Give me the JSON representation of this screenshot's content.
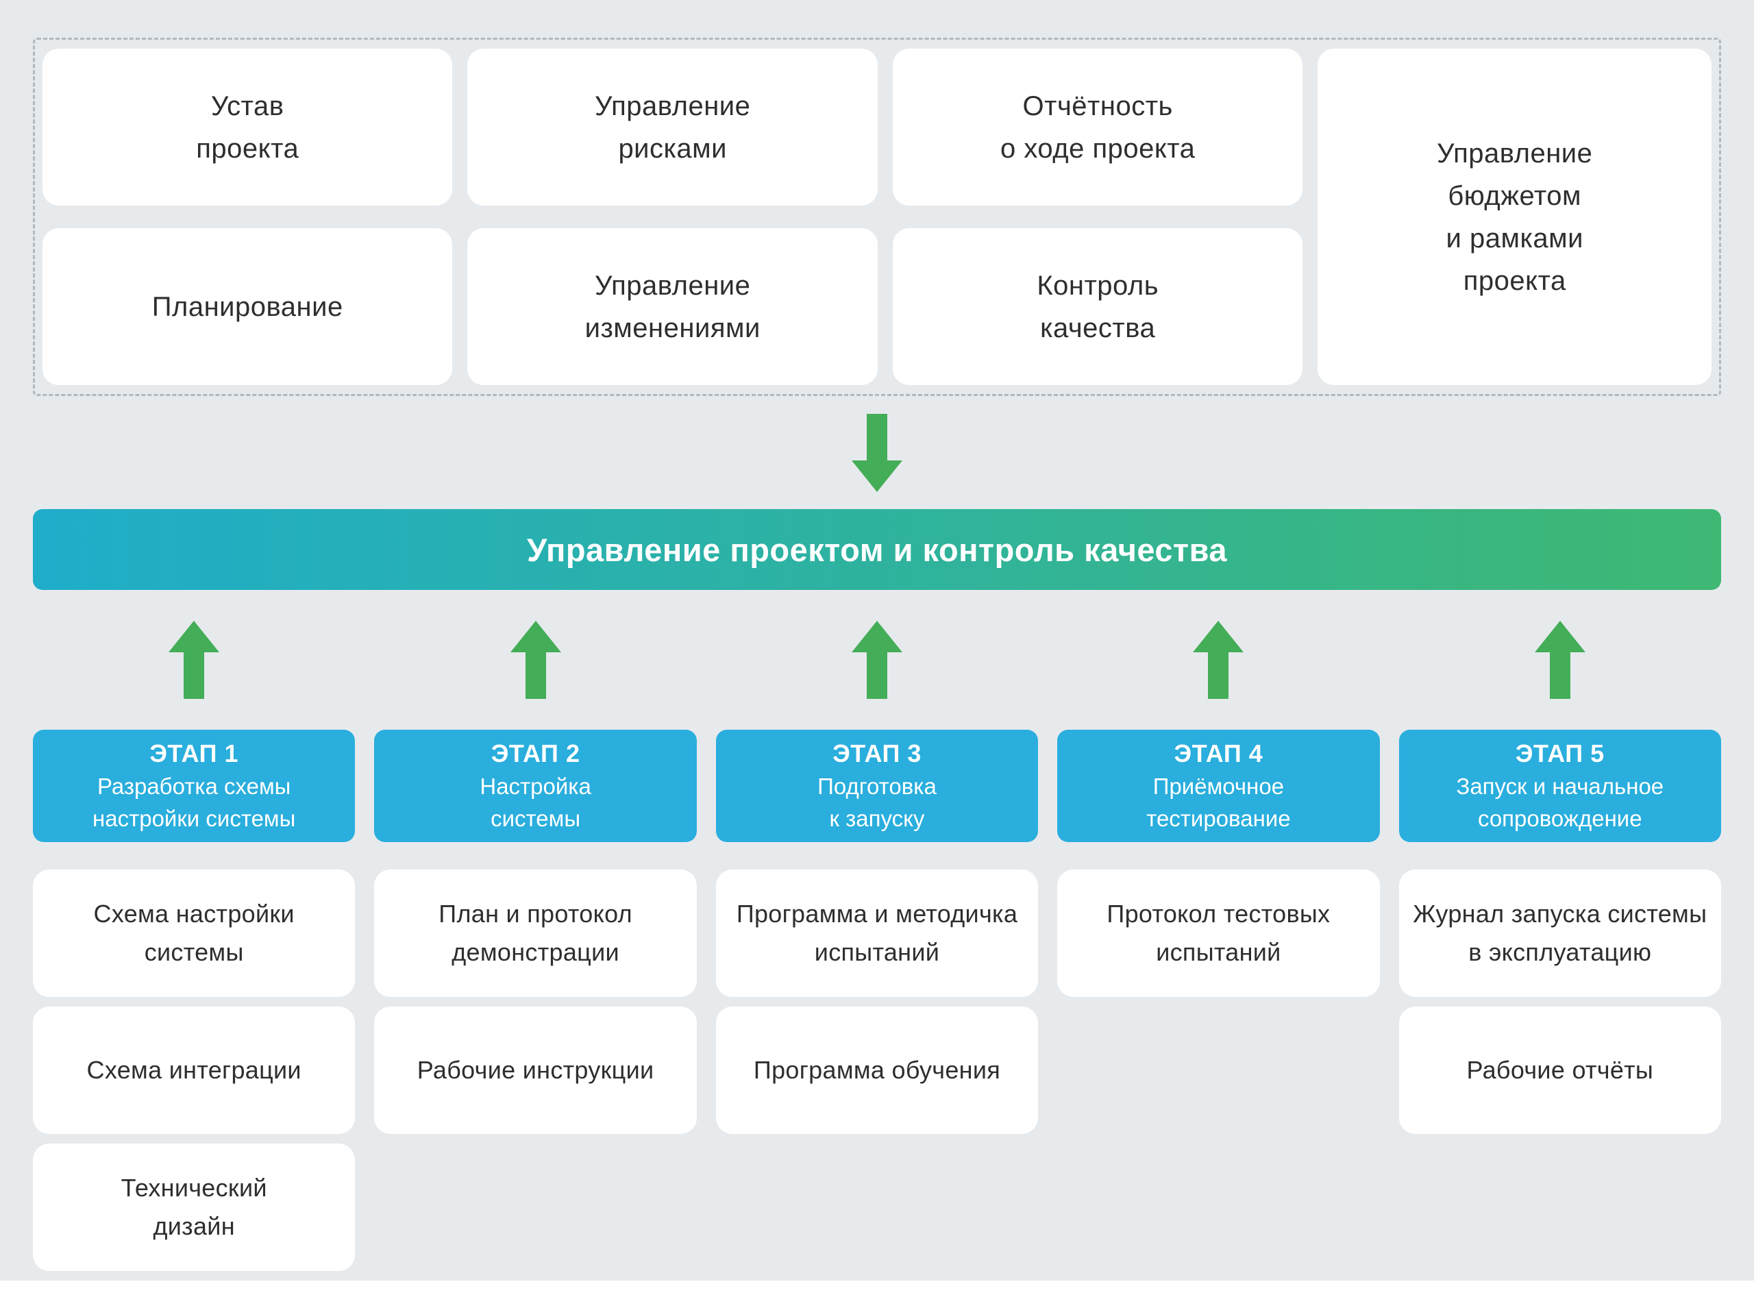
{
  "colors": {
    "background": "#e7eaed",
    "card_bg": "#ffffff",
    "text_dark": "#2e2e2e",
    "arrow_green": "#44ad57",
    "banner_start": "#1fadca",
    "banner_end": "#3eb873",
    "stage_blue": "#29aedd",
    "dashed_border": "#b2b8bf"
  },
  "top_section": {
    "cards": [
      {
        "label": "Устав\nпроекта"
      },
      {
        "label": "Управление\nрисками"
      },
      {
        "label": "Отчётность\nо ходе проекта"
      },
      {
        "label": "Планирование"
      },
      {
        "label": "Управление\nизменениями"
      },
      {
        "label": "Контроль\nкачества"
      },
      {
        "label": "Управление\nбюджетом\nи рамками\nпроекта"
      }
    ]
  },
  "banner": {
    "label": "Управление проектом и контроль качества"
  },
  "stages": [
    {
      "title": "ЭТАП 1",
      "subtitle": "Разработка схемы\nнастройки системы"
    },
    {
      "title": "ЭТАП 2",
      "subtitle": "Настройка\nсистемы"
    },
    {
      "title": "ЭТАП 3",
      "subtitle": "Подготовка\nк запуску"
    },
    {
      "title": "ЭТАП 4",
      "subtitle": "Приёмочное\nтестирование"
    },
    {
      "title": "ЭТАП 5",
      "subtitle": "Запуск и начальное\nсопровождение"
    }
  ],
  "deliverables": {
    "col1": [
      "Схема настройки\nсистемы",
      "Схема интеграции",
      "Технический\nдизайн"
    ],
    "col2": [
      "План и протокол\nдемонстрации",
      "Рабочие инструкции"
    ],
    "col3": [
      "Программа и методичка\nиспытаний",
      "Программа обучения"
    ],
    "col4": [
      "Протокол тестовых\nиспытаний"
    ],
    "col5": [
      "Журнал запуска системы\nв эксплуатацию",
      "Рабочие отчёты"
    ]
  }
}
